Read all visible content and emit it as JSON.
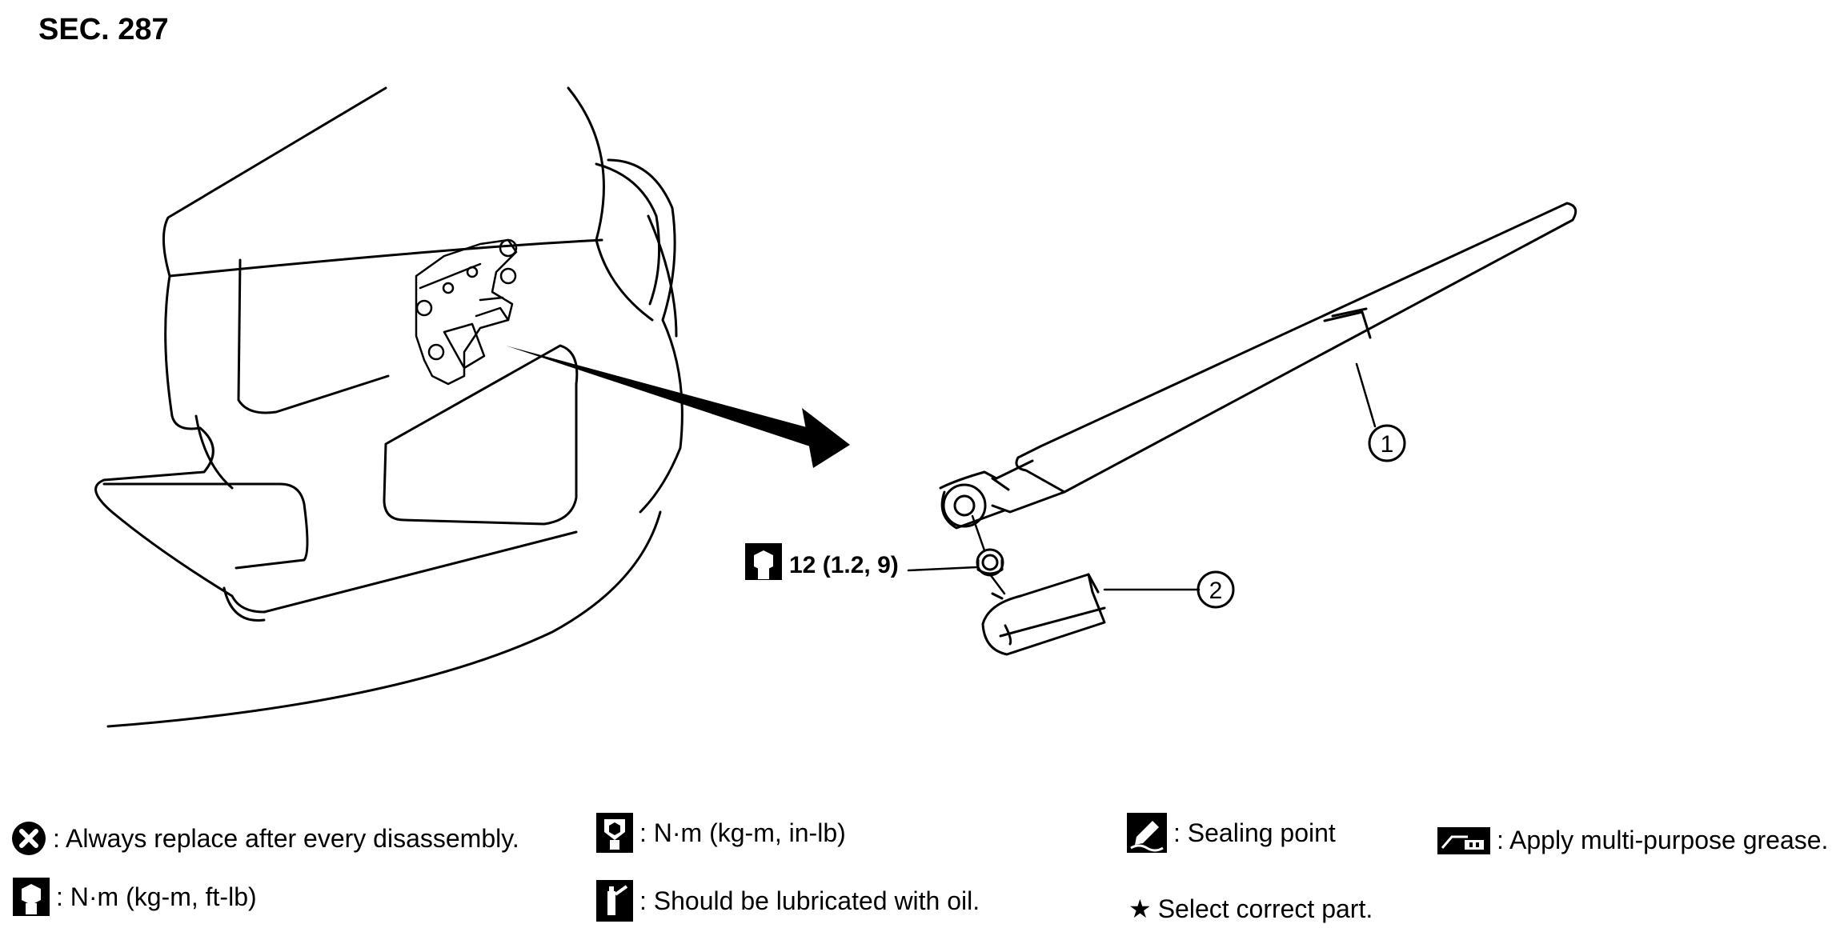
{
  "section": "SEC. 287",
  "torque": "12 (1.2, 9)",
  "callouts": [
    "1",
    "2"
  ],
  "legend": {
    "replace": ": Always replace after every disassembly.",
    "torque_inlb": ": N·m (kg-m, in-lb)",
    "sealing": ": Sealing point",
    "grease": ": Apply multi-purpose grease.",
    "torque_ftlb": ": N·m (kg-m, ft-lb)",
    "oil": ": Should be lubricated with oil.",
    "select": "Select correct part."
  }
}
